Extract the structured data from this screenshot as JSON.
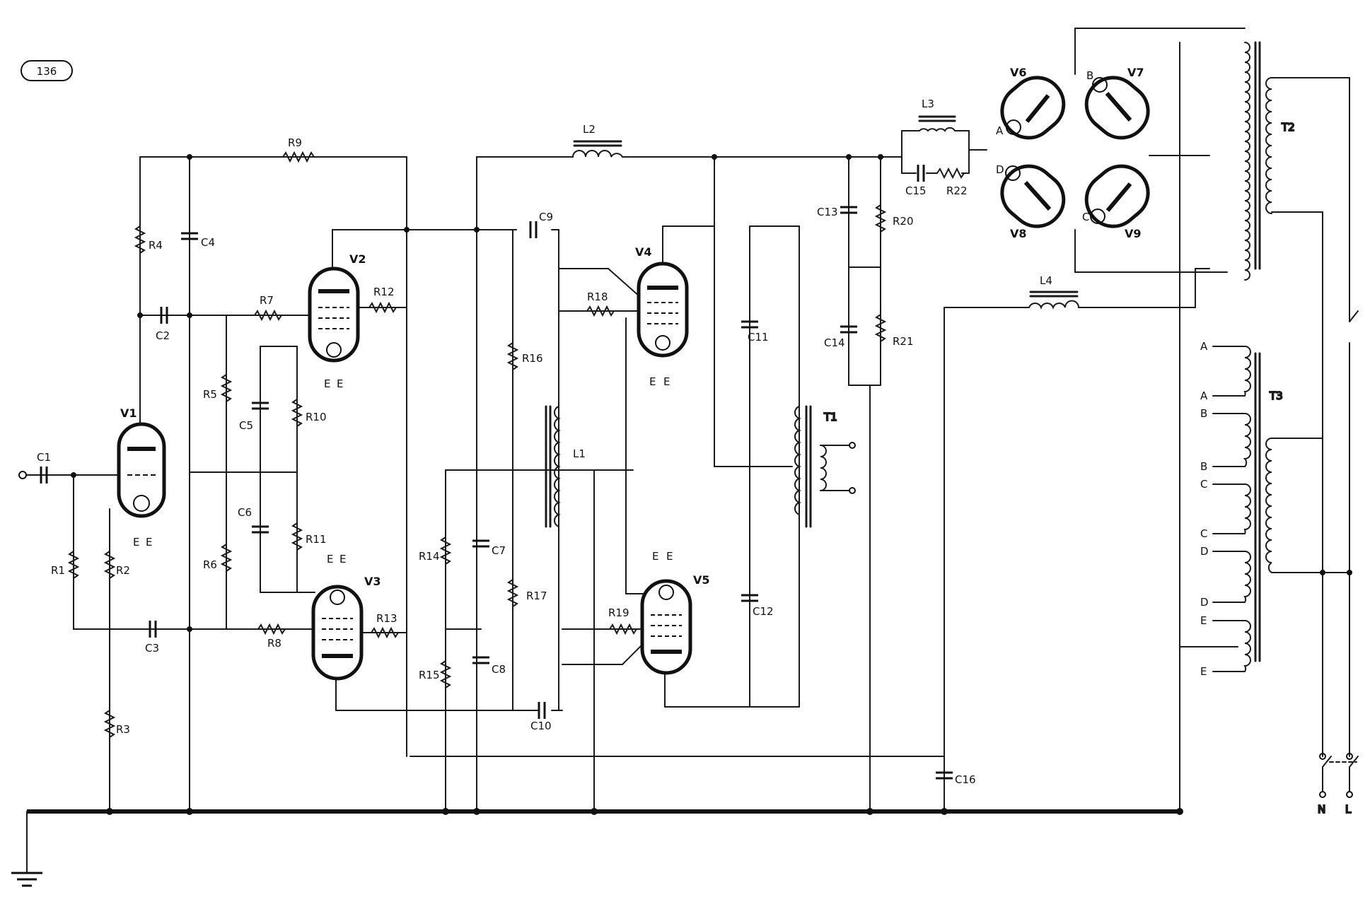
{
  "page_number": "136",
  "tubes": {
    "v1": "V1",
    "v2": "V2",
    "v3": "V3",
    "v4": "V4",
    "v5": "V5",
    "v6": "V6",
    "v7": "V7",
    "v8": "V8",
    "v9": "V9"
  },
  "heater": "E",
  "resistors": {
    "r1": "R1",
    "r2": "R2",
    "r3": "R3",
    "r4": "R4",
    "r5": "R5",
    "r6": "R6",
    "r7": "R7",
    "r8": "R8",
    "r9": "R9",
    "r10": "R10",
    "r11": "R11",
    "r12": "R12",
    "r13": "R13",
    "r14": "R14",
    "r15": "R15",
    "r16": "R16",
    "r17": "R17",
    "r18": "R18",
    "r19": "R19",
    "r20": "R20",
    "r21": "R21",
    "r22": "R22"
  },
  "capacitors": {
    "c1": "C1",
    "c2": "C2",
    "c3": "C3",
    "c4": "C4",
    "c5": "C5",
    "c6": "C6",
    "c7": "C7",
    "c8": "C8",
    "c9": "C9",
    "c10": "C10",
    "c11": "C11",
    "c12": "C12",
    "c13": "C13",
    "c14": "C14",
    "c15": "C15",
    "c16": "C16"
  },
  "inductors": {
    "l1": "L1",
    "l2": "L2",
    "l3": "L3",
    "l4": "L4"
  },
  "transformers": {
    "t1": "T1",
    "t2": "T2",
    "t3": "T3"
  },
  "t3_taps": [
    "A",
    "A",
    "B",
    "B",
    "C",
    "C",
    "D",
    "D",
    "E",
    "E"
  ],
  "rect_letters": {
    "a": "A",
    "b": "B",
    "c": "C",
    "d": "D"
  },
  "mains": {
    "n": "N",
    "l": "L"
  }
}
